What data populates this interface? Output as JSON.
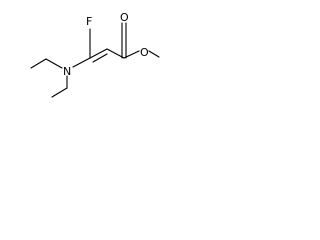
{
  "molecule": {
    "atoms": {
      "fluorine": "F",
      "nitrogen": "N",
      "carbonyl_oxygen": "O",
      "ester_oxygen": "O"
    }
  }
}
